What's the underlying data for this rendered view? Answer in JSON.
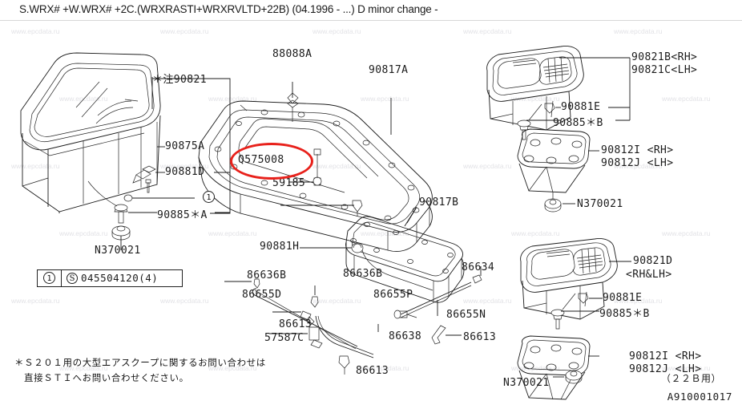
{
  "header": {
    "title": "S.WRX# +W.WRX# +2C.(WRXRASTI+WRXRVLTD+22B) (04.1996 - ...) D minor change -"
  },
  "watermark": {
    "text": "www.epcdata.ru"
  },
  "legend": {
    "ref_number": "1",
    "supplier_mark": "S",
    "part_code": "045504120(4)"
  },
  "reference_markers": {
    "marker_1": "1"
  },
  "highlight": {
    "part_number": "Q575008",
    "color": "#e8211b"
  },
  "note": {
    "line1": "＊Ｓ２０１用の大型エアスクープに関するお問い合わせは",
    "line2": "直接ＳＴＩへお問い合わせください。"
  },
  "footer": {
    "variant": "（２２Ｂ用）",
    "drawing_id": "A910001017"
  },
  "labels": {
    "left_group": [
      {
        "id": "90821",
        "text": "＊注90821"
      },
      {
        "id": "90875A",
        "text": "90875A"
      },
      {
        "id": "90881D",
        "text": "90881D"
      },
      {
        "id": "90885A",
        "text": "90885＊A"
      },
      {
        "id": "N370021_left",
        "text": "N370021"
      }
    ],
    "center_group": [
      {
        "id": "88088A",
        "text": "88088A"
      },
      {
        "id": "90817A",
        "text": "90817A"
      },
      {
        "id": "Q575008",
        "text": "Q575008"
      },
      {
        "id": "59185",
        "text": "59185"
      },
      {
        "id": "90817B",
        "text": "90817B"
      },
      {
        "id": "90881H",
        "text": "90881H"
      },
      {
        "id": "86636B_1",
        "text": "86636B"
      },
      {
        "id": "86636B_2",
        "text": "86636B"
      },
      {
        "id": "86655D",
        "text": "86655D"
      },
      {
        "id": "86655P",
        "text": "86655P"
      },
      {
        "id": "86613_1",
        "text": "86613"
      },
      {
        "id": "57587C",
        "text": "57587C"
      },
      {
        "id": "86613_2",
        "text": "86613"
      },
      {
        "id": "86638",
        "text": "86638"
      },
      {
        "id": "86634",
        "text": "86634"
      },
      {
        "id": "86655N",
        "text": "86655N"
      },
      {
        "id": "86613_3",
        "text": "86613"
      }
    ],
    "right_group": [
      {
        "id": "90821B",
        "text": "90821B<RH>"
      },
      {
        "id": "90821C",
        "text": "90821C<LH>"
      },
      {
        "id": "90881E_1",
        "text": "90881E"
      },
      {
        "id": "90885B_1",
        "text": "90885＊B"
      },
      {
        "id": "90812I_1",
        "text": "90812I <RH>"
      },
      {
        "id": "90812J_1",
        "text": "90812J <LH>"
      },
      {
        "id": "N370021_r1",
        "text": "N370021"
      },
      {
        "id": "90821D",
        "text": "90821D"
      },
      {
        "id": "90821D_rhlh",
        "text": "<RH&LH>"
      },
      {
        "id": "90881E_2",
        "text": "90881E"
      },
      {
        "id": "90885B_2",
        "text": "90885＊B"
      },
      {
        "id": "90812I_2",
        "text": "90812I <RH>"
      },
      {
        "id": "90812J_2",
        "text": "90812J <LH>"
      },
      {
        "id": "N370021_r2",
        "text": "N370021"
      }
    ]
  }
}
